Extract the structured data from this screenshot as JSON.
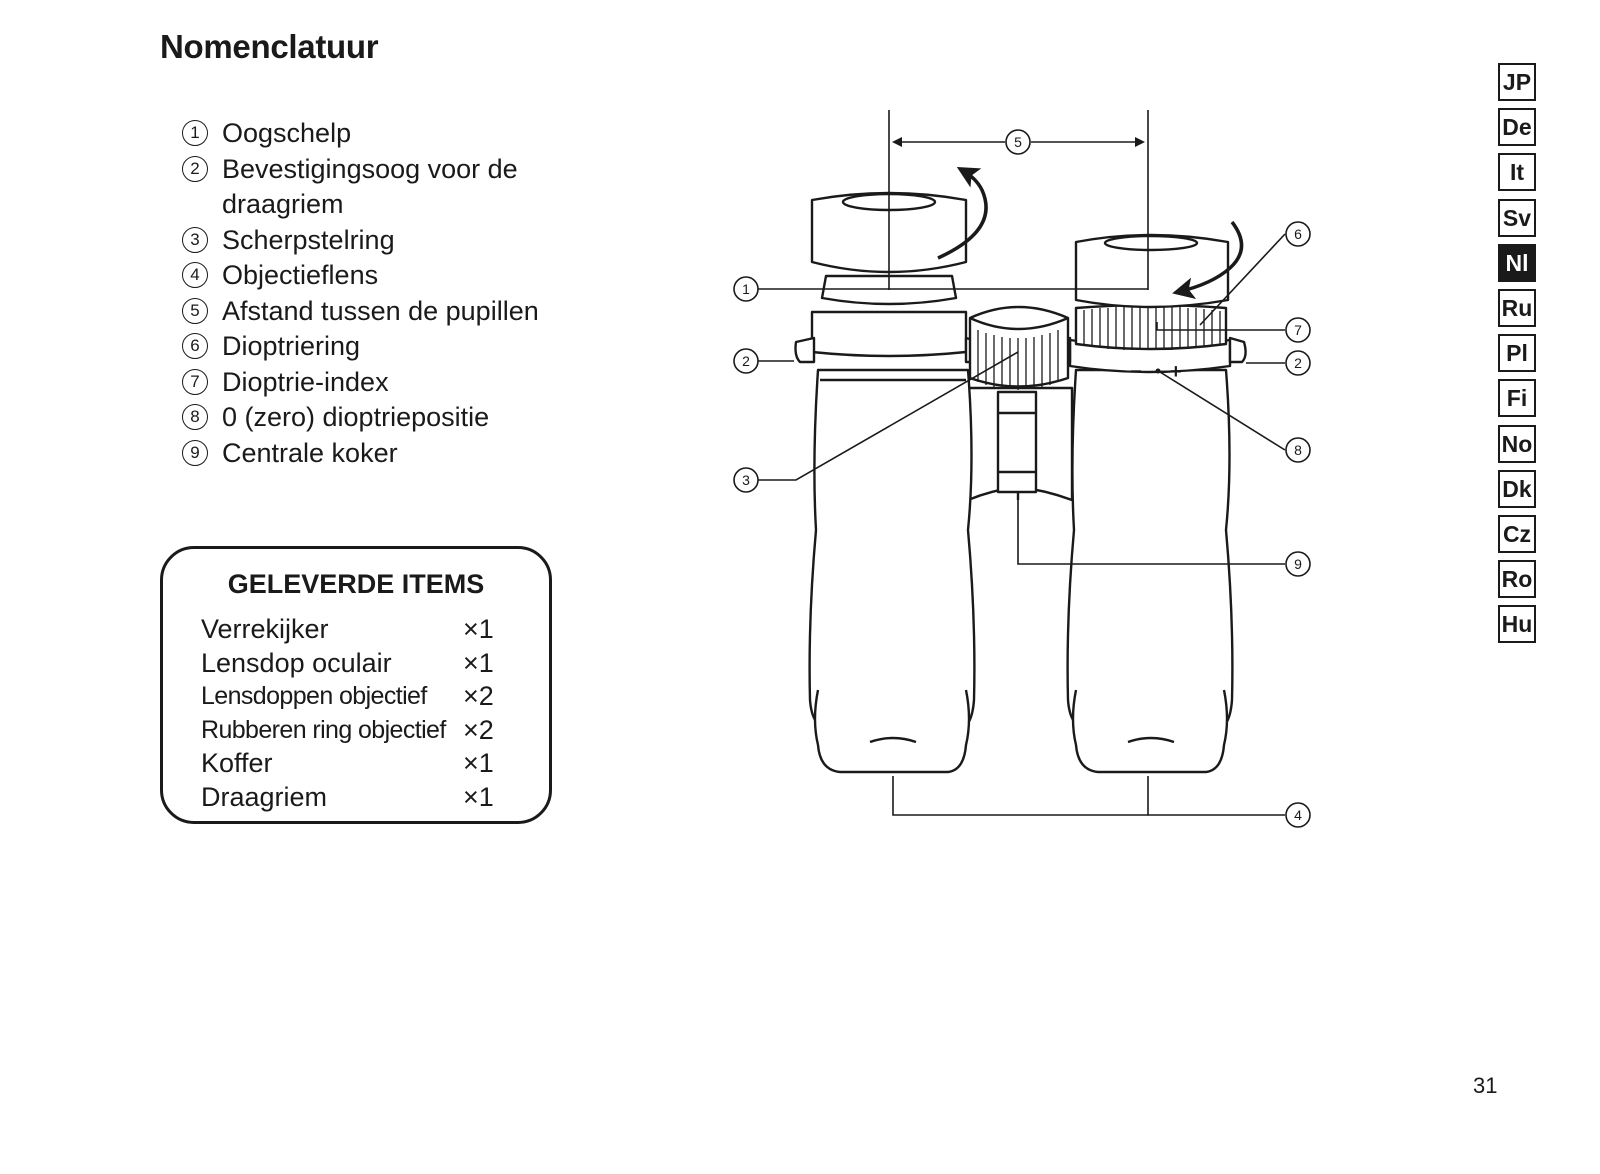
{
  "page": {
    "title": "Nomenclatuur",
    "page_number": "31"
  },
  "parts": [
    {
      "num": "1",
      "label": "Oogschelp"
    },
    {
      "num": "2",
      "label": "Bevestigingsoog voor de draagriem"
    },
    {
      "num": "3",
      "label": "Scherpstelring"
    },
    {
      "num": "4",
      "label": "Objectieflens"
    },
    {
      "num": "5",
      "label": "Afstand tussen de pupillen"
    },
    {
      "num": "6",
      "label": "Dioptriering"
    },
    {
      "num": "7",
      "label": "Dioptrie-index"
    },
    {
      "num": "8",
      "label": "0 (zero) dioptriepositie"
    },
    {
      "num": "9",
      "label": "Centrale koker"
    }
  ],
  "supplied": {
    "title": "GELEVERDE ITEMS",
    "items": [
      {
        "name": "Verrekijker",
        "qty": "×1"
      },
      {
        "name": "Lensdop oculair",
        "qty": "×1"
      },
      {
        "name": "Lensdoppen objectief",
        "qty": "×2"
      },
      {
        "name": "Rubberen ring objectief",
        "qty": "×2"
      },
      {
        "name": "Koffer",
        "qty": "×1"
      },
      {
        "name": "Draagriem",
        "qty": "×1"
      }
    ]
  },
  "diagram": {
    "callouts": {
      "eyecup": "1",
      "strap_left": "2",
      "focus_ring": "3",
      "objective": "4",
      "ipd": "5",
      "diopter_ring": "6",
      "diopter_index": "7",
      "zero_position": "8",
      "central_tube": "9",
      "strap_right": "2"
    },
    "minus": "−",
    "plus": "+"
  },
  "languages": [
    "JP",
    "De",
    "It",
    "Sv",
    "Nl",
    "Ru",
    "Pl",
    "Fi",
    "No",
    "Dk",
    "Cz",
    "Ro",
    "Hu"
  ],
  "active_language": "Nl"
}
